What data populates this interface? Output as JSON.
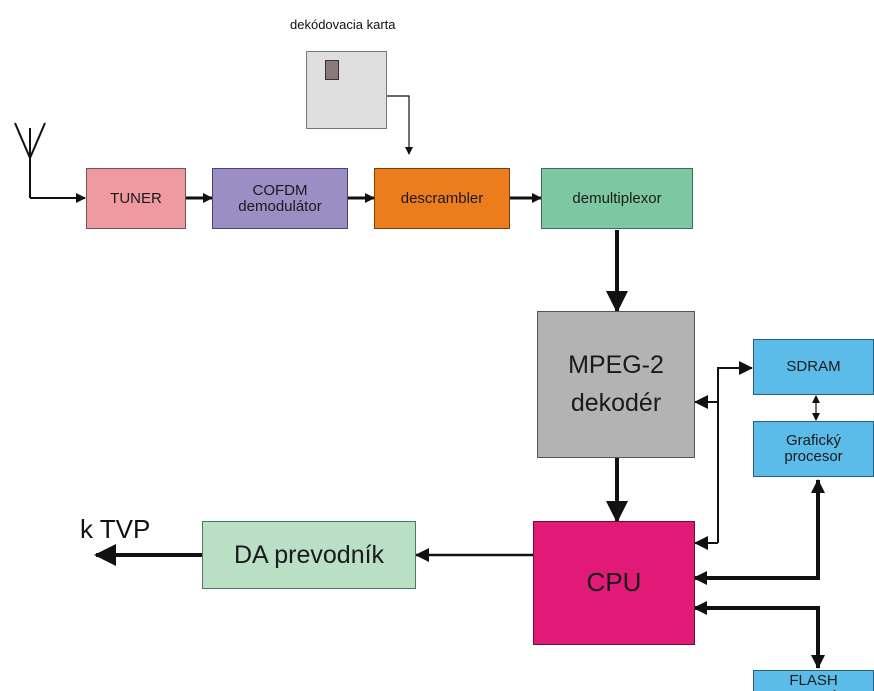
{
  "card": {
    "label": "dekódovacia  karta"
  },
  "blocks": {
    "tuner": {
      "label": "TUNER",
      "color": "#ef9aa1"
    },
    "cofdm": {
      "label": "COFDM demodulátor",
      "color": "#9b8ec4"
    },
    "descrambler": {
      "label": "descrambler",
      "color": "#ec7d1d"
    },
    "demux": {
      "label": "demultiplexor",
      "color": "#7dc8a0"
    },
    "mpeg": {
      "label": "MPEG-2 dekodér",
      "color": "#b3b3b3"
    },
    "sdram": {
      "label": "SDRAM",
      "color": "#5bbcea"
    },
    "gpu": {
      "label": "Grafický procesor",
      "color": "#5bbcea"
    },
    "cpu": {
      "label": "CPU",
      "color": "#e01a76"
    },
    "dac": {
      "label": "DA prevodník",
      "color": "#b9dfc4"
    },
    "flash": {
      "label": "FLASH pamäť",
      "color": "#5bbcea"
    }
  },
  "output": {
    "label": "k TVP"
  }
}
